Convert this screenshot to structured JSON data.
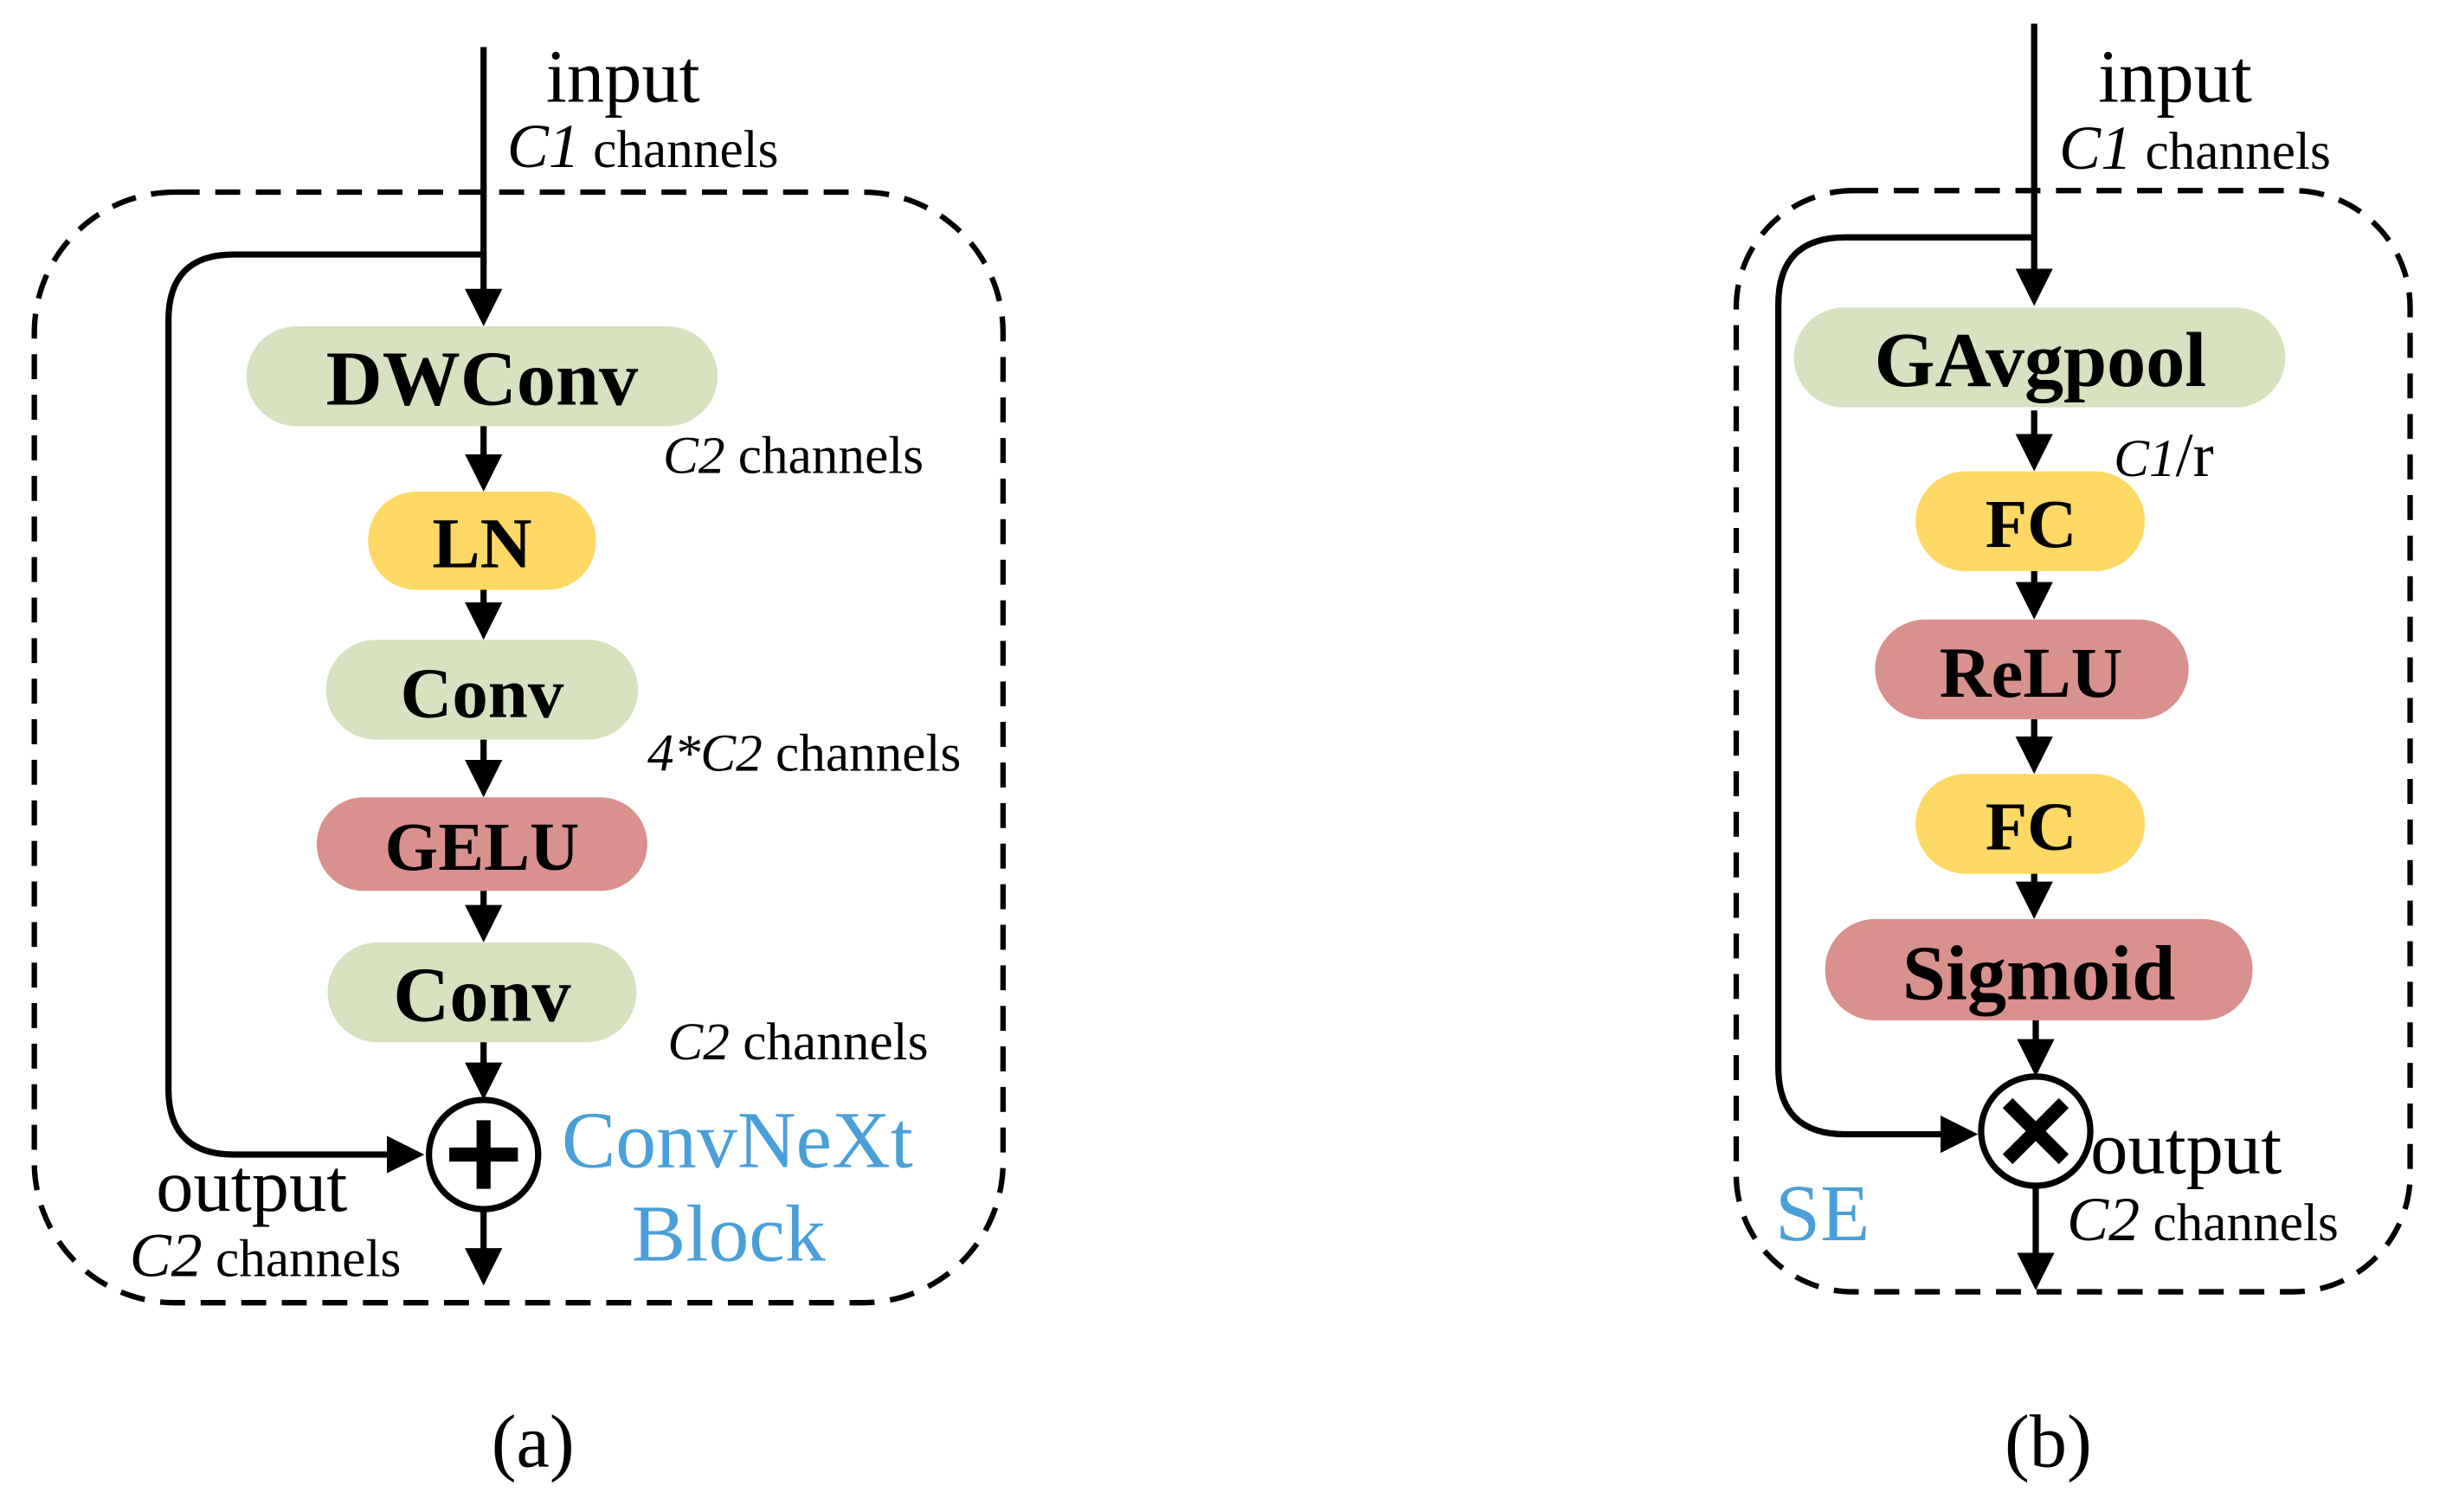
{
  "colors": {
    "green": "#d6e2c0",
    "yellow": "#fed864",
    "red": "#d9918e",
    "blue": "#4a9fd8"
  },
  "panel_a": {
    "input_label": "input",
    "input_channels": {
      "symbol": "C1",
      "text": " channels"
    },
    "nodes": [
      "DWConv",
      "LN",
      "Conv",
      "GELU",
      "Conv"
    ],
    "dwconv_channels": {
      "symbol": "C2",
      "text": " channels"
    },
    "conv1_channels": {
      "symbol": "4*C2",
      "text": " channels"
    },
    "conv2_channels": {
      "symbol": "C2",
      "text": " channels"
    },
    "output_label": "output",
    "output_channels": {
      "symbol": "C2",
      "text": " channels"
    },
    "block_title_1": "ConvNeXt",
    "block_title_2": "Block",
    "caption": "(a)"
  },
  "panel_b": {
    "input_label": "input",
    "input_channels": {
      "symbol": "C1",
      "text": " channels"
    },
    "nodes": [
      "GAvgpool",
      "FC",
      "ReLU",
      "FC",
      "Sigmoid"
    ],
    "reduction": {
      "symbol": "C1",
      "text": "/r"
    },
    "output_label": "output",
    "output_channels": {
      "symbol": "C2",
      "text": " channels"
    },
    "block_title": "SE",
    "caption": "(b)"
  }
}
